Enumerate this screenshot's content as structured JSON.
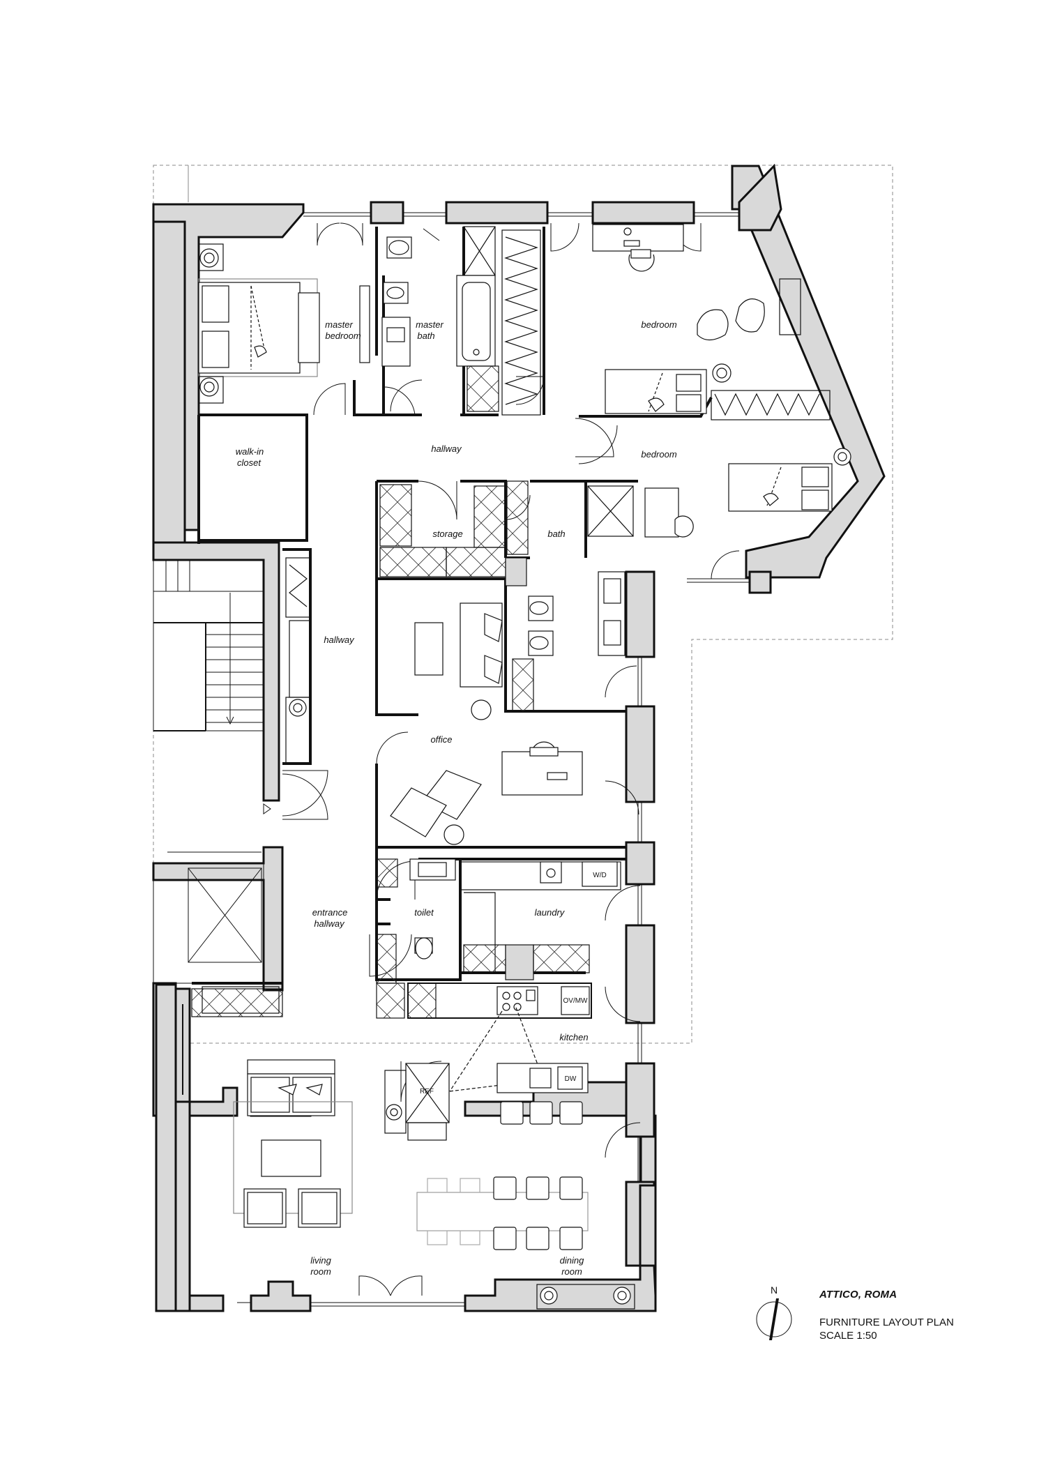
{
  "project": {
    "title": "ATTICO, ROMA",
    "plan_name": "FURNITURE LAYOUT PLAN",
    "scale": "SCALE 1:50"
  },
  "north_arrow": {
    "letter": "N"
  },
  "rooms": {
    "master_bedroom": [
      "master",
      "bedroom"
    ],
    "master_bath": [
      "master",
      "bath"
    ],
    "bedroom_1": "bedroom",
    "bedroom_2": "bedroom",
    "hallway_upper": "hallway",
    "walk_in_closet": [
      "walk-in",
      "closet"
    ],
    "storage": "storage",
    "bath": "bath",
    "hallway_side": "hallway",
    "office": "office",
    "entrance_hallway": [
      "entrance",
      "hallway"
    ],
    "toilet": "toilet",
    "laundry": "laundry",
    "kitchen": "kitchen",
    "living_room": [
      "living",
      "room"
    ],
    "dining_room": [
      "dining",
      "room"
    ]
  },
  "equipment": {
    "washer_dryer": "W/D",
    "oven_microwave": "OV/MW",
    "refrigerator": "REF",
    "dishwasher": "DW"
  },
  "icons": [
    "north-arrow-icon",
    "door-swing-icon",
    "chair-icon",
    "toilet-icon",
    "sink-icon"
  ]
}
